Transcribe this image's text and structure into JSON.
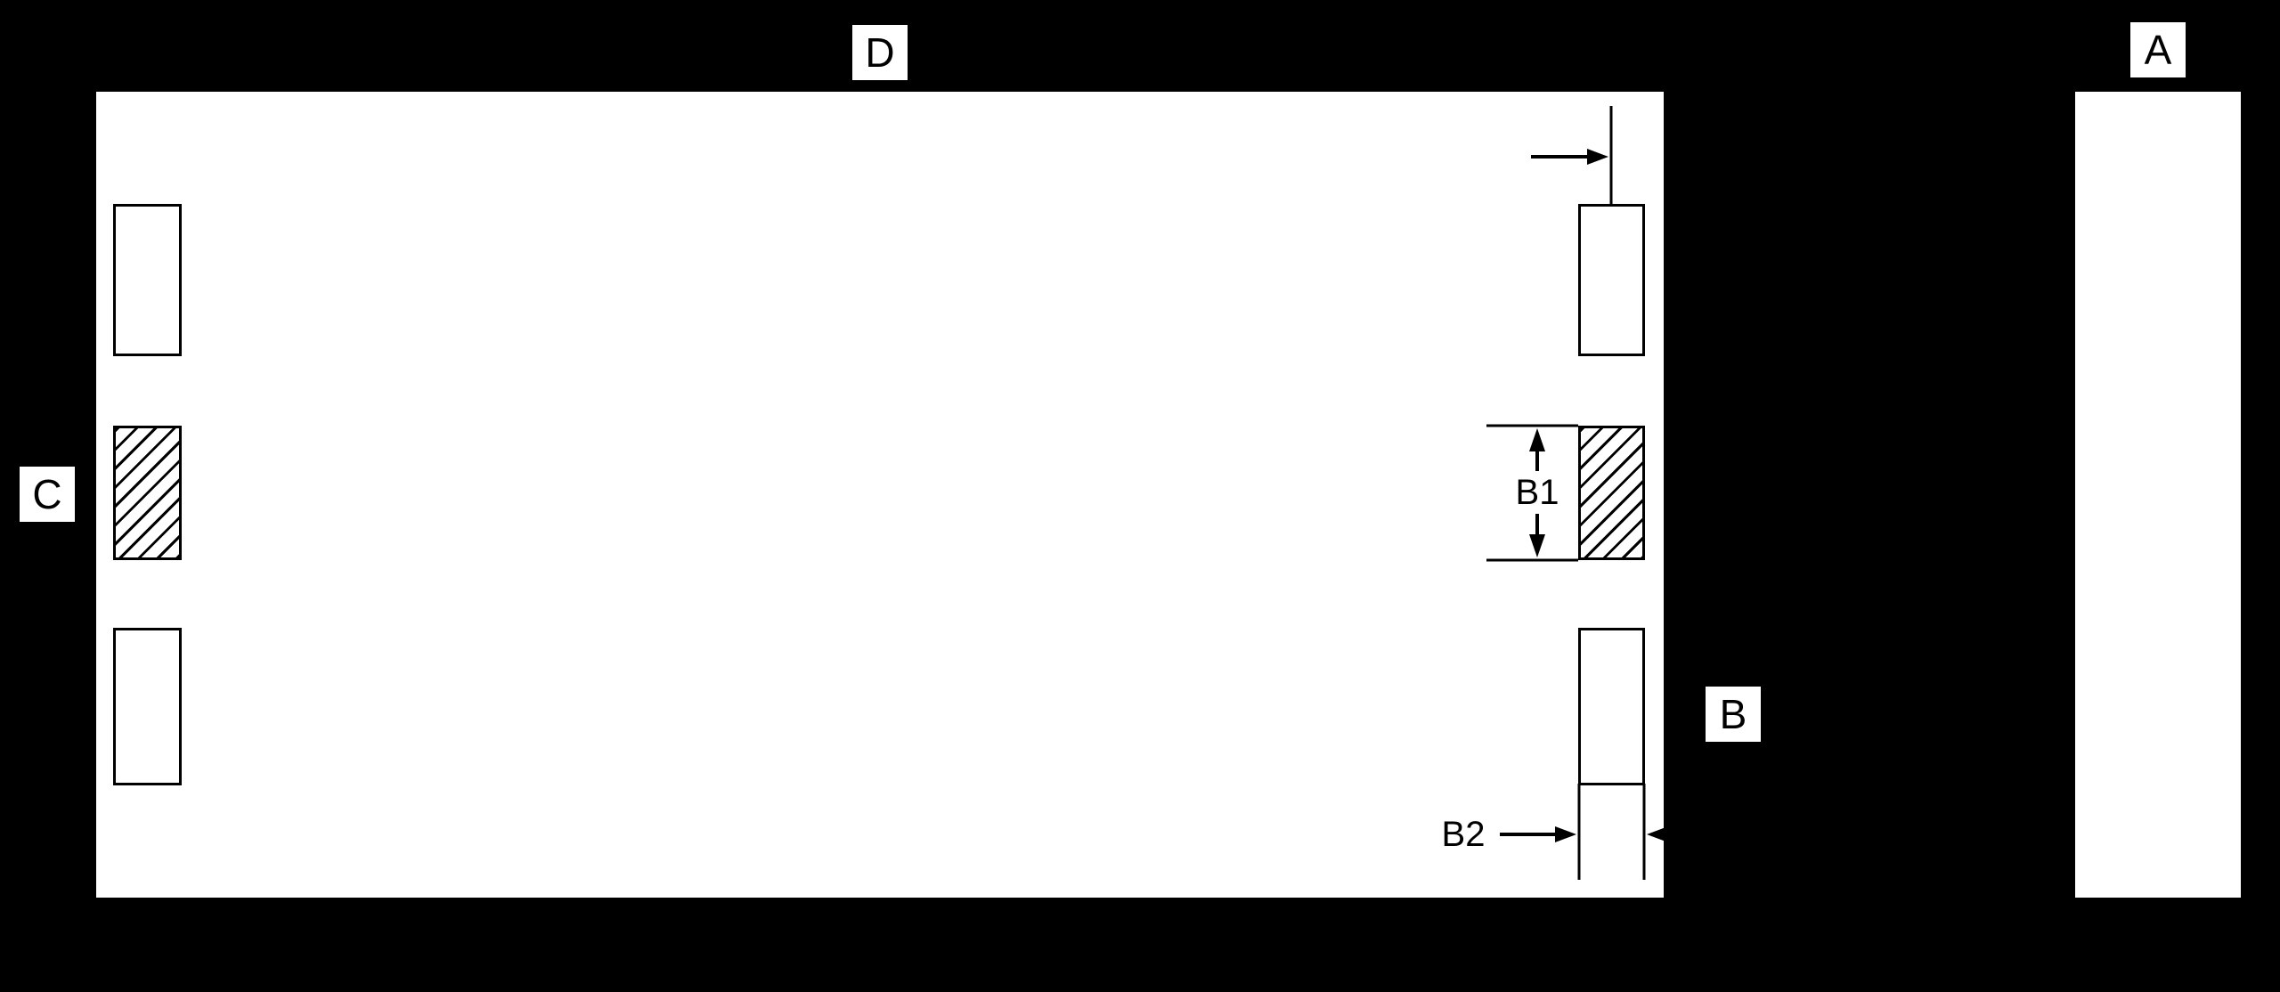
{
  "drawing": {
    "labels": {
      "d": "D",
      "a": "A",
      "c": "C",
      "b": "B",
      "b1": "B1",
      "b2": "B2"
    },
    "colors": {
      "background": "#000000",
      "surface": "#ffffff",
      "line": "#000000"
    }
  }
}
